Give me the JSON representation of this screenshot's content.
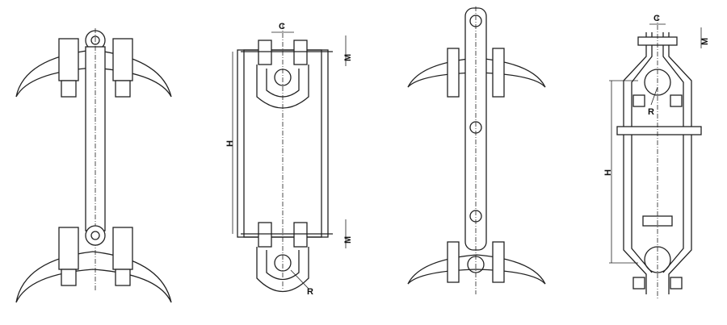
{
  "figures": [
    {
      "id": "fig1",
      "labels": {}
    },
    {
      "id": "fig2",
      "labels": {
        "c": "C",
        "m_top": "M",
        "h": "H",
        "m_bottom": "M",
        "r": "R"
      }
    },
    {
      "id": "fig3",
      "labels": {}
    },
    {
      "id": "fig4",
      "labels": {
        "c": "C",
        "m": "M",
        "r": "R",
        "h": "H"
      }
    }
  ]
}
